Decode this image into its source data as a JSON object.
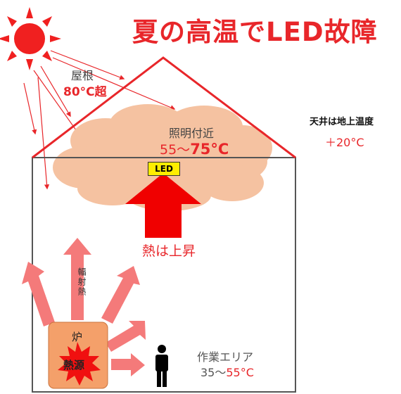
{
  "title": "夏の高温でLED故障",
  "roof": {
    "label": "屋根",
    "temp": "80°C超"
  },
  "lighting": {
    "label": "照明付近",
    "temp_low": "55～",
    "temp_high": "75°C"
  },
  "led": {
    "label": "LED"
  },
  "ceiling": {
    "note": "天井は地上温度",
    "delta": "＋20°C"
  },
  "heat_rises": "熱は上昇",
  "radiant_heat": "輻射熱",
  "furnace": {
    "label": "炉",
    "source": "熱源"
  },
  "work_area": {
    "label": "作業エリア",
    "temp_low": "35～",
    "temp_high": "55°C"
  },
  "colors": {
    "title_red": "#e8262a",
    "arrow_red": "#f47a7a",
    "cloud": "#f5c2a1",
    "sun": "#f02020",
    "furnace": "#f4a06a",
    "house_line": "#555555",
    "roof_line": "#e8262a",
    "led_yellow": "#ffed00"
  },
  "icons": [
    "sun-icon",
    "worker-icon",
    "burst-icon"
  ]
}
